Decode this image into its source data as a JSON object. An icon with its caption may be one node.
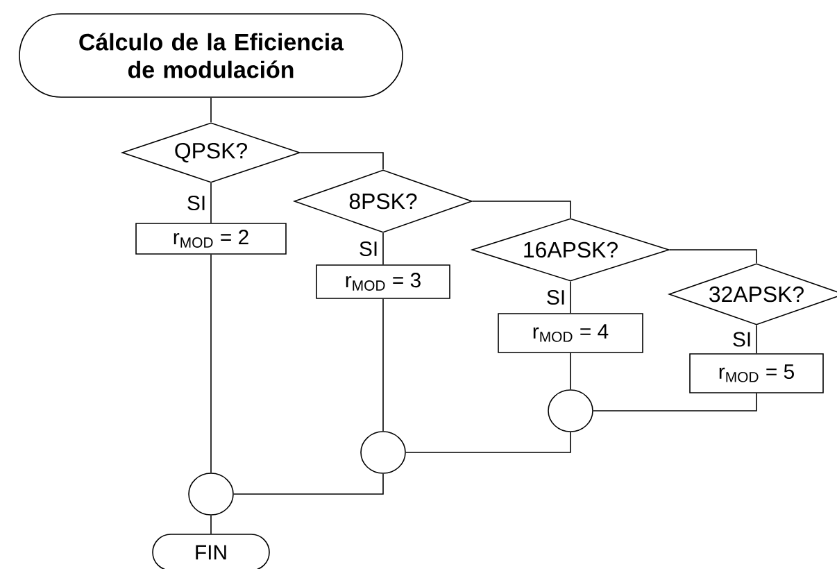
{
  "diagram": {
    "nodes": [
      {
        "text": [
          "Cálculo de la Eficiencia de modulación"
        ]
      },
      {
        "text": [
          "QPSK?"
        ]
      },
      {
        "text": [
          "r$_{MOD}$ = 2"
        ]
      },
      {
        "text": [
          "8PSK?"
        ]
      },
      {
        "text": [
          "r$_{MOD}$ = 3"
        ]
      },
      {
        "text": [
          "16APSK?"
        ]
      },
      {
        "text": [
          "r$_{MOD}$ = 4"
        ]
      },
      {
        "text": [
          "32APSK?"
        ]
      },
      {
        "text": [
          "r$_{MOD}$ = 5"
        ]
      },
      {
        "text": [],
        "shape": "circle"
      },
      {
        "text": [],
        "shape": "circle"
      },
      {
        "text": [],
        "shape": "circle"
      },
      {
        "text": [
          "FIN"
        ]
      }
    ],
    "edges": [
      {
        "from": 0,
        "to": 1,
        "arrow": "none"
      },
      {
        "from": 1,
        "to": 2,
        "arrow": "none",
        "label": "SI"
      },
      {
        "from": 1,
        "to": 3,
        "arrow": "none"
      },
      {
        "from": 3,
        "to": 4,
        "arrow": "none",
        "label": "SI"
      },
      {
        "from": 3,
        "to": 5,
        "arrow": "none"
      },
      {
        "from": 5,
        "to": 6,
        "arrow": "none",
        "label": "SI"
      },
      {
        "from": 5,
        "to": 7,
        "arrow": "none"
      },
      {
        "from": 7,
        "to": 8,
        "arrow": "none",
        "label": "SI"
      },
      {
        "from": 2,
        "to": 11,
        "arrow": "none"
      },
      {
        "from": 4,
        "to": 10,
        "arrow": "none"
      },
      {
        "from": 6,
        "to": 9,
        "arrow": "none"
      },
      {
        "from": 8,
        "to": 9,
        "arrow": "none"
      },
      {
        "from": 9,
        "to": 10,
        "arrow": "none"
      },
      {
        "from": 10,
        "to": 11,
        "arrow": "none"
      },
      {
        "from": 11,
        "to": 12,
        "arrow": "none"
      }
    ]
  }
}
